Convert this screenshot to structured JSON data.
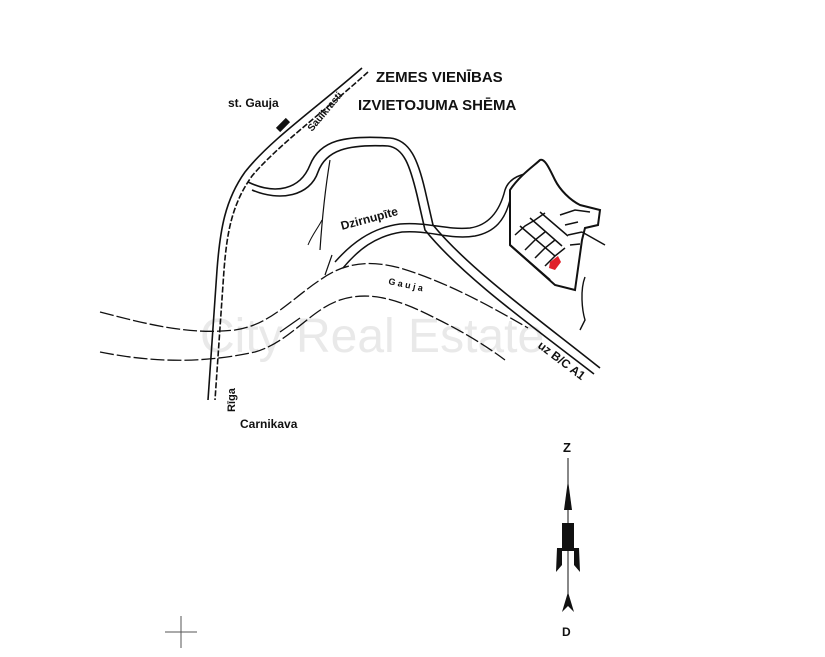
{
  "title": {
    "line1": "ZEMES VIENĪBAS",
    "line2": "IZVIETOJUMA SHĒMA"
  },
  "labels": {
    "station": "st. Gauja",
    "saulkrasti": "Saulkrasti",
    "stream": "Dzirnupīte",
    "river": "G a u j a",
    "road": "uz B/C A1",
    "riga": "Rīga",
    "town": "Carnikava"
  },
  "compass": {
    "north": "Z",
    "south": "D"
  },
  "watermark": "City Real Estate",
  "colors": {
    "ink": "#111111",
    "highlight": "#e0202a",
    "watermark": "#e9e9e9"
  }
}
